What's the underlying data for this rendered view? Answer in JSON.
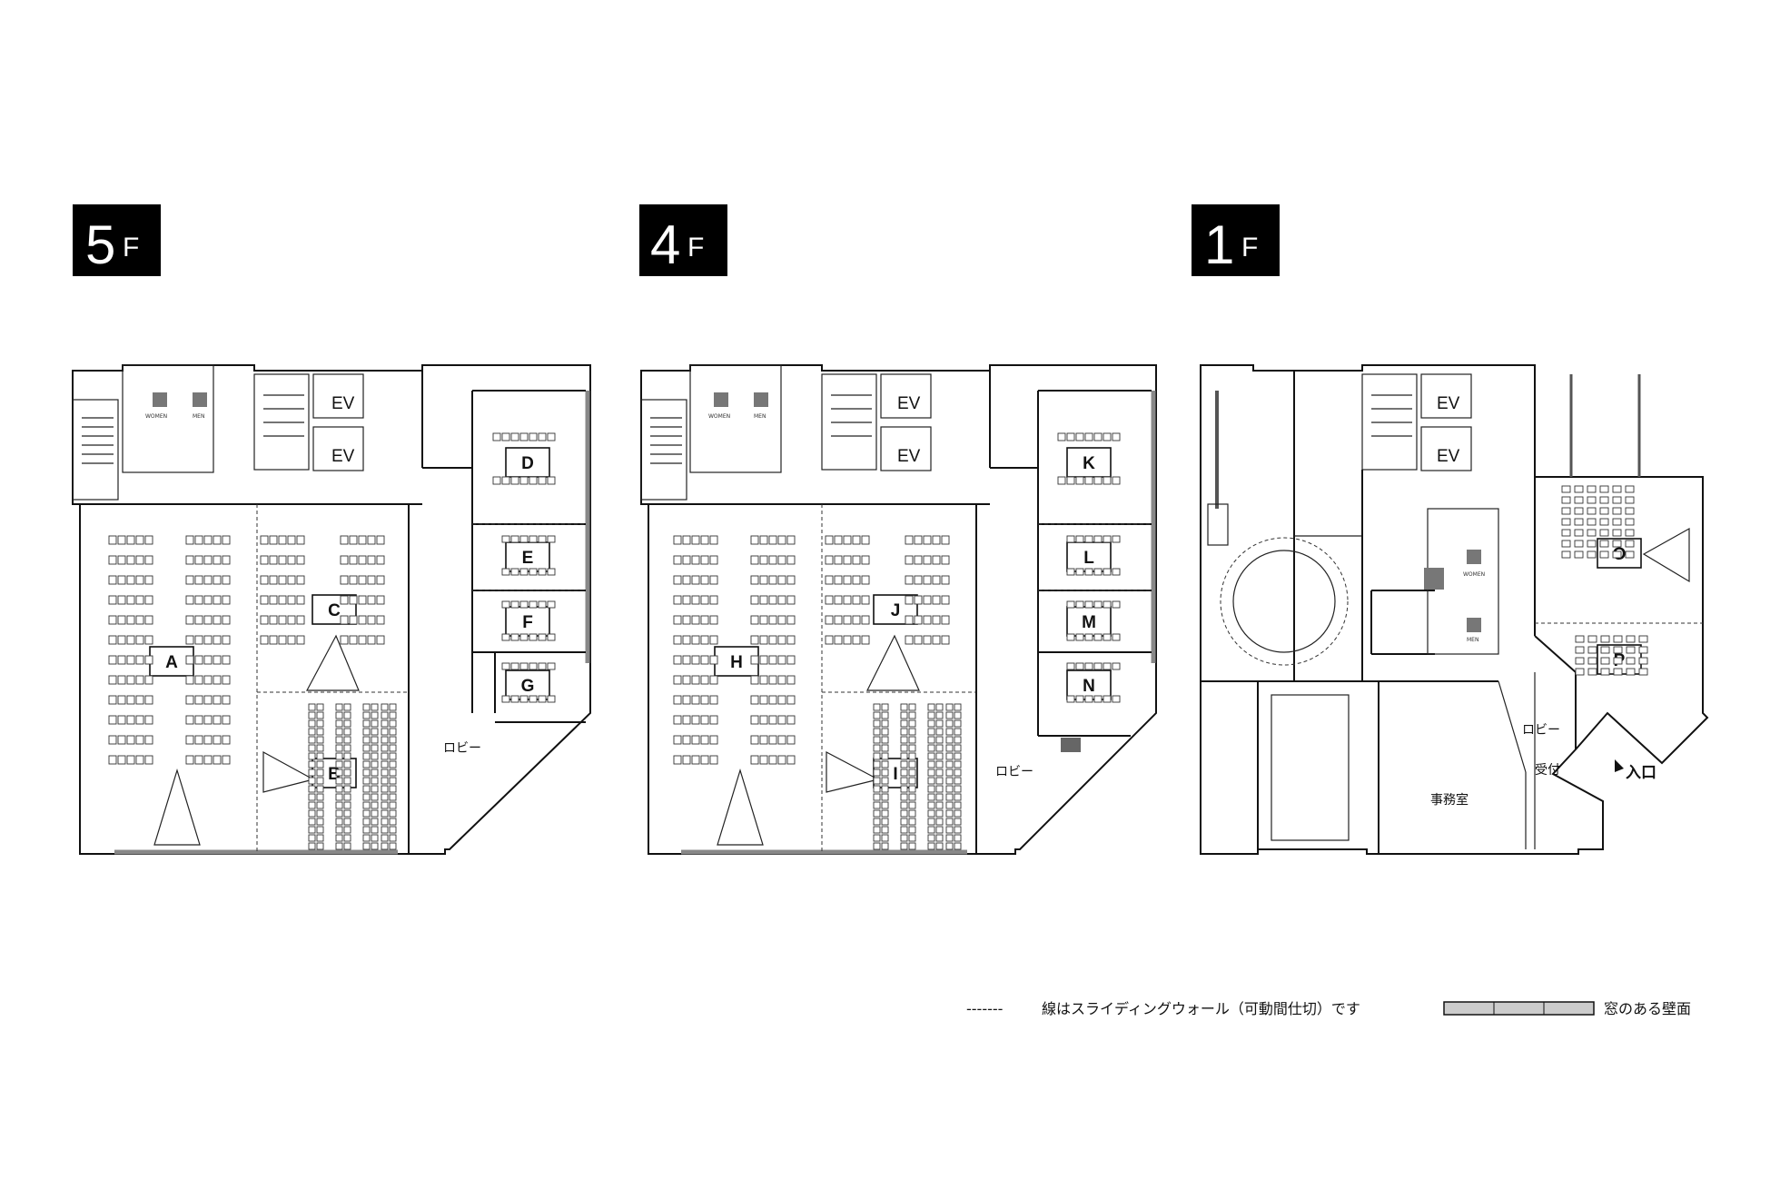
{
  "floors": [
    {
      "name": "5F",
      "number": "5",
      "suffix": "F",
      "elevators": [
        "EV",
        "EV"
      ],
      "restrooms": [
        "WOMEN",
        "MEN"
      ],
      "rooms": [
        "A",
        "B",
        "C",
        "D",
        "E",
        "F",
        "G"
      ],
      "lobby": "ロビー"
    },
    {
      "name": "4F",
      "number": "4",
      "suffix": "F",
      "elevators": [
        "EV",
        "EV"
      ],
      "restrooms": [
        "WOMEN",
        "MEN"
      ],
      "rooms": [
        "H",
        "I",
        "J",
        "K",
        "L",
        "M",
        "N"
      ],
      "lobby": "ロビー",
      "icons": [
        "smoking-area-icon"
      ]
    },
    {
      "name": "1F",
      "number": "1",
      "suffix": "F",
      "elevators": [
        "EV",
        "EV"
      ],
      "restrooms": [
        "WOMEN",
        "MEN"
      ],
      "rooms": [
        "O",
        "P"
      ],
      "lobby": "ロビー",
      "reception": "受付",
      "office": "事務室",
      "entrance": "入口",
      "icons": [
        "wheelchair-icon"
      ]
    }
  ],
  "legend": {
    "sliding_wall_marker": "-------",
    "sliding_wall": "線はスライディングウォール（可動間仕切）です",
    "window_wall": "窓のある壁面"
  }
}
